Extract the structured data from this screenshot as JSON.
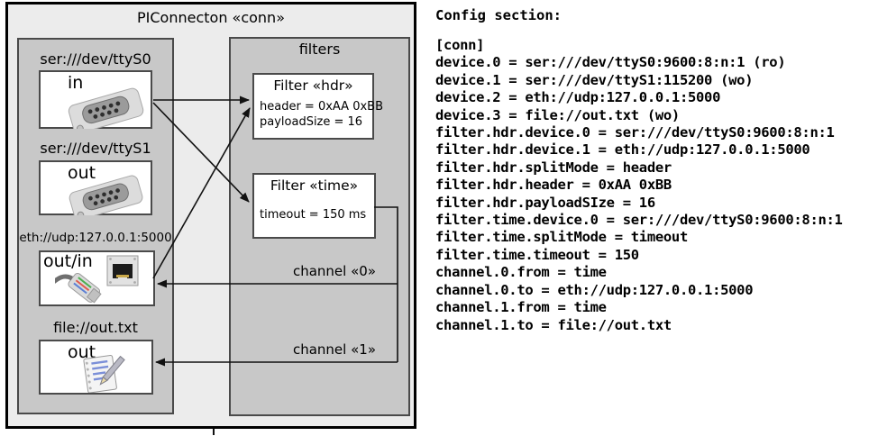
{
  "diagram": {
    "title": "PIConnecton «conn»",
    "devices_panel": {
      "devices": [
        {
          "label": "ser:///dev/ttyS0",
          "direction": "in",
          "icon": "serial-connector-icon"
        },
        {
          "label": "ser:///dev/ttyS1",
          "direction": "out",
          "icon": "serial-connector-icon"
        },
        {
          "label": "eth://udp:127.0.0.1:5000",
          "direction": "out/in",
          "icon": "ethernet-jack-icon"
        },
        {
          "label": "file://out.txt",
          "direction": "out",
          "icon": "notepad-icon"
        }
      ]
    },
    "filters_panel": {
      "title": "filters",
      "filters": [
        {
          "title": "Filter «hdr»",
          "attributes": [
            "header = 0xAA 0xBB",
            "payloadSize = 16"
          ]
        },
        {
          "title": "Filter «time»",
          "attributes": [
            "timeout = 150 ms"
          ]
        }
      ]
    },
    "channels": [
      {
        "label": "channel «0»"
      },
      {
        "label": "channel «1»"
      }
    ]
  },
  "config": {
    "heading": "Config section:",
    "lines": [
      "[conn]",
      "device.0 = ser:///dev/ttyS0:9600:8:n:1 (ro)",
      "device.1 = ser:///dev/ttyS1:115200 (wo)",
      "device.2 = eth://udp:127.0.0.1:5000",
      "device.3 = file://out.txt (wo)",
      "filter.hdr.device.0 = ser:///dev/ttyS0:9600:8:n:1",
      "filter.hdr.device.1 = eth://udp:127.0.0.1:5000",
      "filter.hdr.splitMode = header",
      "filter.hdr.header = 0xAA 0xBB",
      "filter.hdr.payloadSIze = 16",
      "filter.time.device.0 = ser:///dev/ttyS0:9600:8:n:1",
      "filter.time.splitMode = timeout",
      "filter.time.timeout = 150",
      "channel.0.from = time",
      "channel.0.to = eth://udp:127.0.0.1:5000",
      "channel.1.from = time",
      "channel.1.to = file://out.txt"
    ]
  },
  "colors": {
    "diagram_bg": "#ececec",
    "panel_bg": "#c8c8c8",
    "box_border": "#4a4a4a",
    "line": "#111111"
  }
}
